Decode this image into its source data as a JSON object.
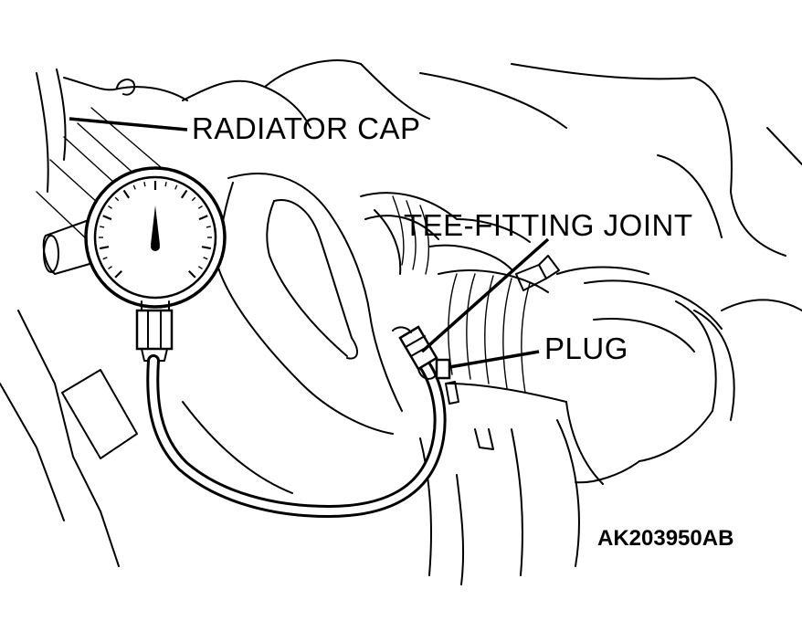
{
  "figure": {
    "labels": {
      "radiator_cap": "RADIATOR CAP",
      "tee_fitting_joint": "TEE-FITTING JOINT",
      "plug": "PLUG"
    },
    "figure_id": "AK203950AB"
  }
}
